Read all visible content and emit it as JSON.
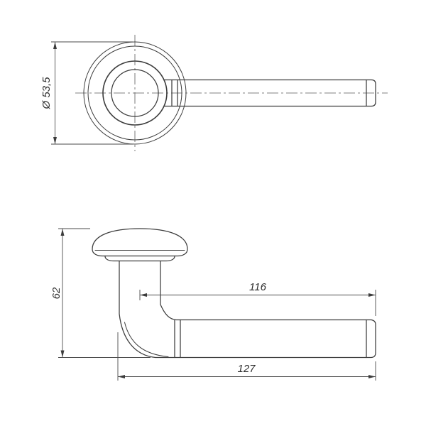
{
  "meta": {
    "type": "technical-drawing",
    "subject": "door lever handle on round rose, two orthographic views"
  },
  "labels": {
    "rose_diameter": "Ø 53,5",
    "overall_height": "62",
    "axis_to_end_length": "116",
    "overall_length": "127"
  },
  "colors": {
    "line": "#3c3c3c",
    "thin_line": "#4a4a4a",
    "background": "#ffffff"
  }
}
